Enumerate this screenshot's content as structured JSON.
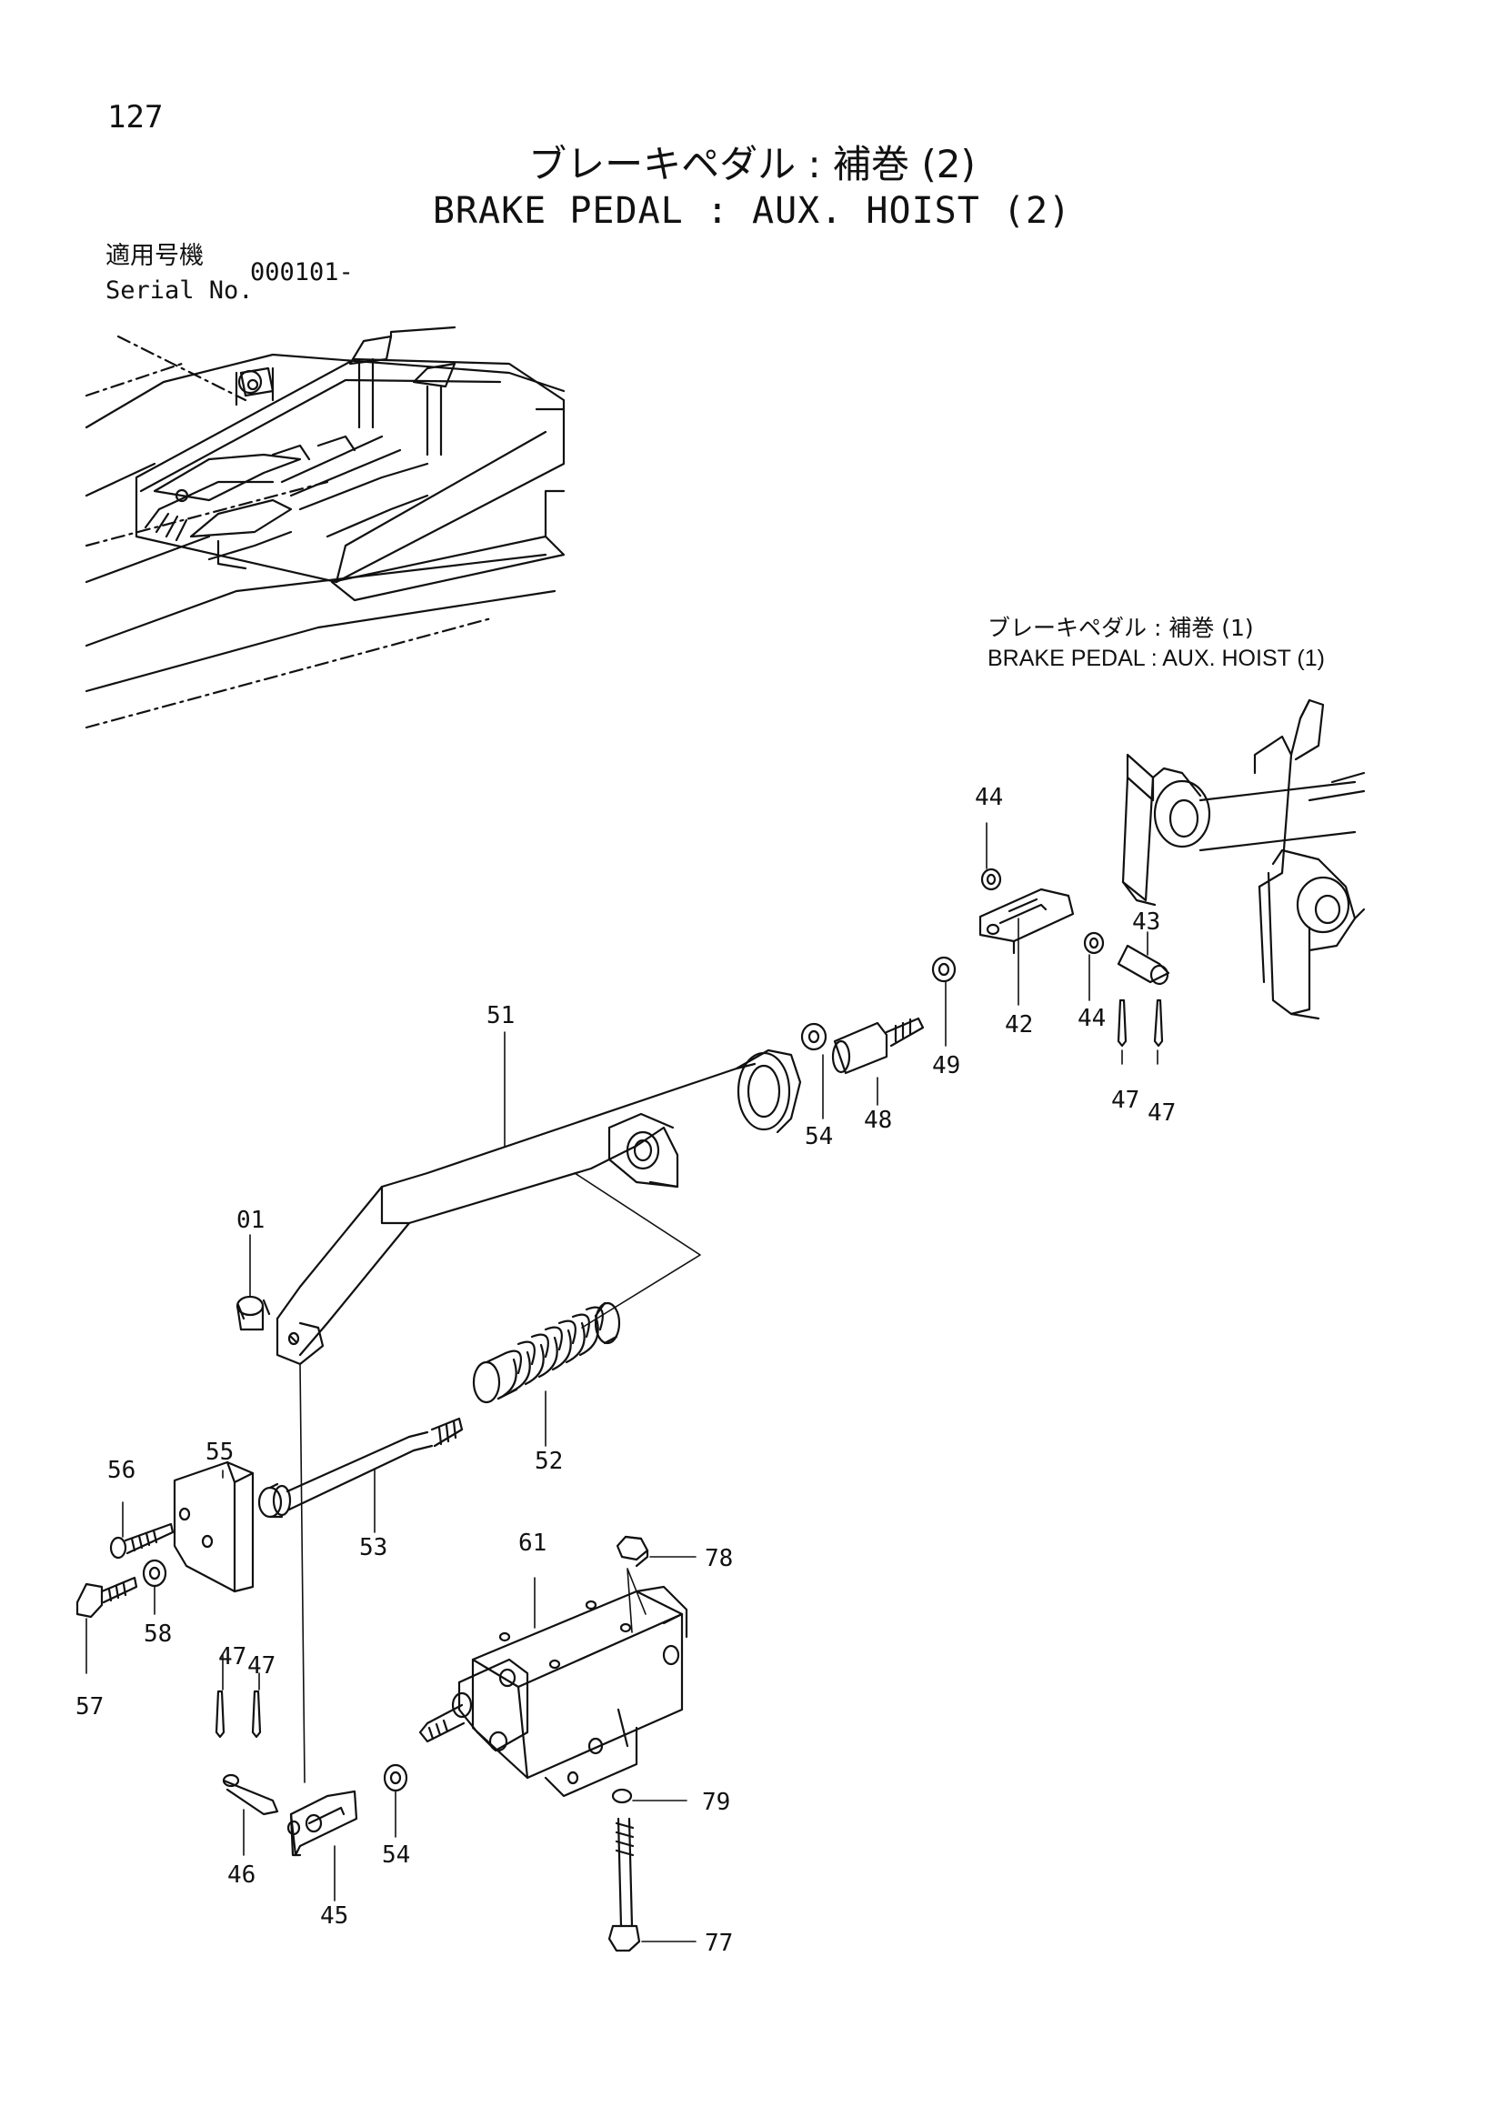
{
  "page_number": "127",
  "title": {
    "jp": "ブレーキペダル : 補巻 (2)",
    "en": "BRAKE PEDAL :  AUX. HOIST (2)"
  },
  "serial": {
    "label_jp": "適用号機",
    "label_en": "Serial No.",
    "value": "000101-"
  },
  "reference": {
    "jp": "ブレーキペダル : 補巻 (1)",
    "en": "BRAKE  PEDAL : AUX.  HOIST (1)"
  },
  "callouts": [
    "44",
    "43",
    "42",
    "44",
    "47",
    "47",
    "51",
    "54",
    "48",
    "49",
    "01",
    "52",
    "56",
    "55",
    "53",
    "61",
    "78",
    "57",
    "58",
    "47",
    "47",
    "46",
    "45",
    "54",
    "79",
    "77"
  ]
}
